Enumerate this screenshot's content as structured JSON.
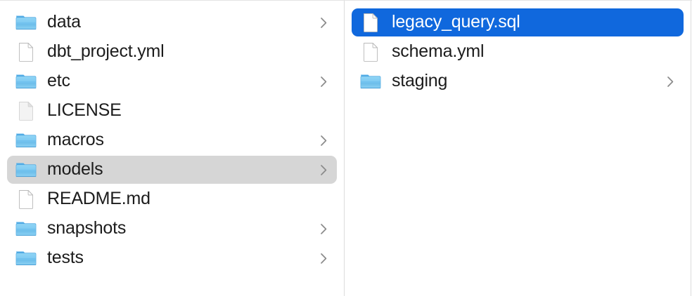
{
  "window": {
    "title": "Finder — Column View",
    "view_mode": "column",
    "accent_color": "#1068dd",
    "inactive_selection_color": "#d6d6d6",
    "text_color": "#1c1c1c",
    "selected_text_color": "#ffffff",
    "divider_color": "#dcdcdc",
    "background_color": "#ffffff"
  },
  "columns": [
    {
      "name": "browse-column",
      "items": [
        {
          "label": "data",
          "icon": "folder-icon",
          "kind": "folder",
          "has_chevron": true,
          "selected": false,
          "selection_state": "none"
        },
        {
          "label": "dbt_project.yml",
          "icon": "document-icon",
          "kind": "file",
          "has_chevron": false,
          "selected": false,
          "selection_state": "none"
        },
        {
          "label": "etc",
          "icon": "folder-icon",
          "kind": "folder",
          "has_chevron": true,
          "selected": false,
          "selection_state": "none"
        },
        {
          "label": "LICENSE",
          "icon": "plain-file-icon",
          "kind": "file",
          "has_chevron": false,
          "selected": false,
          "selection_state": "none"
        },
        {
          "label": "macros",
          "icon": "folder-icon",
          "kind": "folder",
          "has_chevron": true,
          "selected": false,
          "selection_state": "none"
        },
        {
          "label": "models",
          "icon": "folder-icon",
          "kind": "folder",
          "has_chevron": true,
          "selected": true,
          "selection_state": "inactive"
        },
        {
          "label": "README.md",
          "icon": "document-icon",
          "kind": "file",
          "has_chevron": false,
          "selected": false,
          "selection_state": "none"
        },
        {
          "label": "snapshots",
          "icon": "folder-icon",
          "kind": "folder",
          "has_chevron": true,
          "selected": false,
          "selection_state": "none"
        },
        {
          "label": "tests",
          "icon": "folder-icon",
          "kind": "folder",
          "has_chevron": true,
          "selected": false,
          "selection_state": "none"
        }
      ]
    },
    {
      "name": "detail-column",
      "items": [
        {
          "label": "legacy_query.sql",
          "icon": "document-icon",
          "kind": "file",
          "has_chevron": false,
          "selected": true,
          "selection_state": "active"
        },
        {
          "label": "schema.yml",
          "icon": "document-icon",
          "kind": "file",
          "has_chevron": false,
          "selected": false,
          "selection_state": "none"
        },
        {
          "label": "staging",
          "icon": "folder-icon",
          "kind": "folder",
          "has_chevron": true,
          "selected": false,
          "selection_state": "none"
        }
      ]
    }
  ],
  "icons": {
    "folder-icon": "folder",
    "document-icon": "document",
    "plain-file-icon": "plain-file",
    "chevron-right-icon": "chevron-right"
  }
}
